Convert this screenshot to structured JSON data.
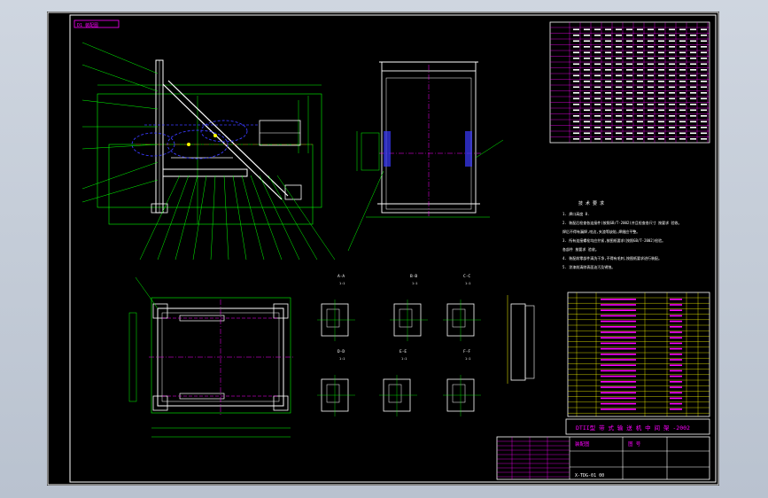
{
  "drawing": {
    "top_label": "D1 装配图",
    "title_bar": "DTII型 带 式 输 送 机 中 间 架 -2002",
    "tech_req": {
      "heading": "技 术 要 求",
      "lines": [
        "1. 焊口高度 8.",
        "2. 装配后检查各连接件(按照GB/T-2002)并且检查各尺寸 按要求 验收。",
        "   焊后不得有漏焊,咬边,夹渣等缺陷,焊缝应平整。",
        "3. 所有连接螺栓均应拧紧,按图纸要求(按照GB/T-2002)检验。",
        "   各部件 按要求 验收。",
        "4. 装配前零部件清洗干净,不得有毛刺,按图纸要求进行装配。",
        "5. 涂漆前清除表面油污及锈蚀。"
      ]
    },
    "section_labels": [
      "A-A",
      "B-B",
      "C-C",
      "D-D",
      "E-E",
      "F-F"
    ],
    "scale_label": "1:1",
    "title_block": {
      "cell_a": "装配图",
      "cell_b": "图 号",
      "bottom": "X-TDG-01 00"
    },
    "colors": {
      "sheet": "#000000",
      "frame": "#ffffff",
      "green": "#00ff00",
      "magenta": "#ff00ff",
      "blue": "#3a3aff",
      "yellow": "#ffff00",
      "red": "#ff2020",
      "cyan": "#00ffff"
    }
  }
}
